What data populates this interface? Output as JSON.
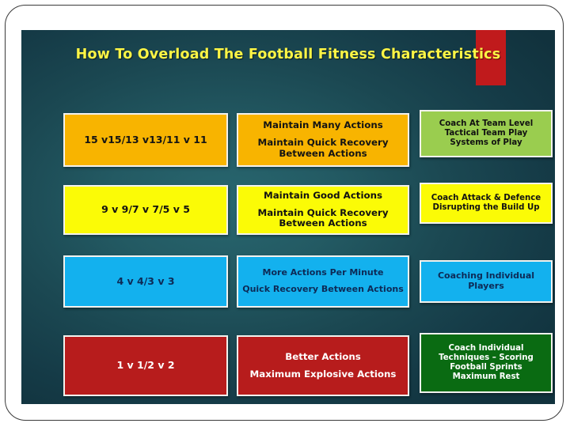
{
  "slide": {
    "title": "How To Overload The Football Fitness Characteristics",
    "title_color": "#fdf545",
    "panel_color": "#1b4852",
    "accent_bar_color": "#c01a1c"
  },
  "rows": [
    {
      "id": "row-1",
      "format_label": "15 v15/13 v13/11 v 11",
      "format_color": "#f8b400",
      "fitness_lines": [
        "Maintain Many Actions",
        "Maintain Quick Recovery",
        "Between Actions"
      ],
      "fitness_color": "#f8b400",
      "coaching_lines": [
        "Coach At Team Level",
        "Tactical Team Play",
        "Systems of Play"
      ],
      "coaching_color": "#9acd4f"
    },
    {
      "id": "row-2",
      "format_label": "9 v 9/7 v 7/5 v 5",
      "format_color": "#fbfb06",
      "fitness_lines": [
        "Maintain Good Actions",
        "Maintain Quick Recovery",
        "Between Actions"
      ],
      "fitness_color": "#fbfb06",
      "coaching_lines": [
        "Coach Attack & Defence",
        "Disrupting the Build Up"
      ],
      "coaching_color": "#fbfb06"
    },
    {
      "id": "row-3",
      "format_label": "4 v 4/3 v 3",
      "format_color": "#13b1ee",
      "fitness_lines": [
        "More Actions Per Minute",
        "Quick Recovery Between Actions"
      ],
      "fitness_color": "#13b1ee",
      "coaching_lines": [
        "Coaching Individual",
        "Players"
      ],
      "coaching_color": "#13b1ee"
    },
    {
      "id": "row-4",
      "format_label": "1 v 1/2 v 2",
      "format_color": "#b71c1c",
      "fitness_lines": [
        "Better Actions",
        "Maximum Explosive Actions"
      ],
      "fitness_color": "#b71c1c",
      "coaching_lines": [
        "Coach Individual",
        "Techniques – Scoring",
        "Football Sprints",
        "Maximum Rest"
      ],
      "coaching_color": "#0a6b12"
    }
  ]
}
